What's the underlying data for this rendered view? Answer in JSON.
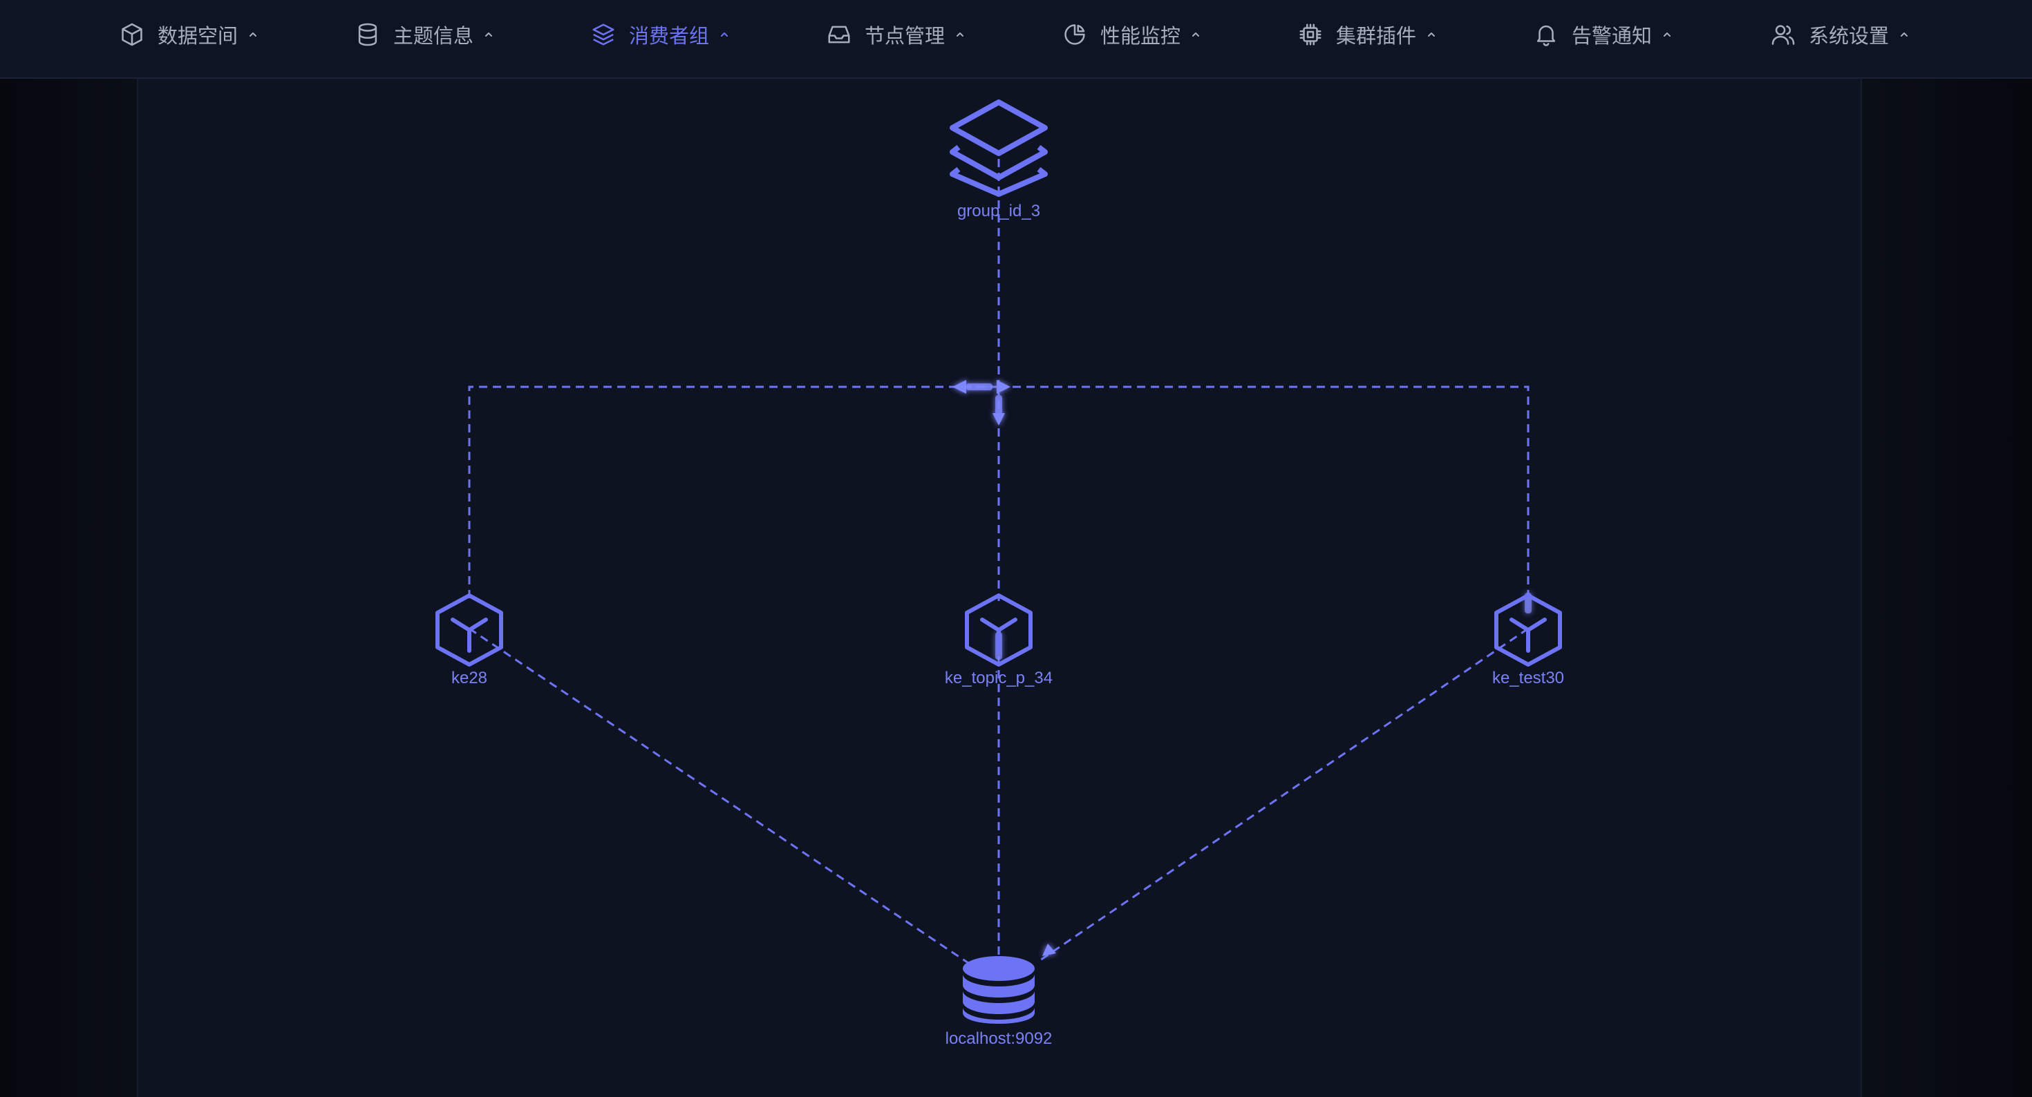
{
  "nav": {
    "items": [
      {
        "label": "数据空间",
        "icon": "cube-icon",
        "active": false
      },
      {
        "label": "主题信息",
        "icon": "database-icon",
        "active": false
      },
      {
        "label": "消费者组",
        "icon": "layers-icon",
        "active": true
      },
      {
        "label": "节点管理",
        "icon": "inbox-icon",
        "active": false
      },
      {
        "label": "性能监控",
        "icon": "pie-chart-icon",
        "active": false
      },
      {
        "label": "集群插件",
        "icon": "cpu-chip-icon",
        "active": false
      },
      {
        "label": "告警通知",
        "icon": "bell-icon",
        "active": false
      },
      {
        "label": "系统设置",
        "icon": "users-icon",
        "active": false
      }
    ]
  },
  "graph": {
    "consumer_group": {
      "label": "group_id_3",
      "icon": "layers-icon"
    },
    "topics": [
      {
        "label": "ke28",
        "icon": "hexagon-topic-icon"
      },
      {
        "label": "ke_topic_p_34",
        "icon": "hexagon-topic-icon"
      },
      {
        "label": "ke_test30",
        "icon": "hexagon-topic-icon"
      }
    ],
    "broker": {
      "label": "localhost:9092",
      "icon": "database-stack-icon"
    }
  },
  "colors": {
    "accent": "#6c74f5",
    "nav_text": "#a6adbd",
    "background": "#0b0f1a",
    "panel": "#0e1322"
  }
}
